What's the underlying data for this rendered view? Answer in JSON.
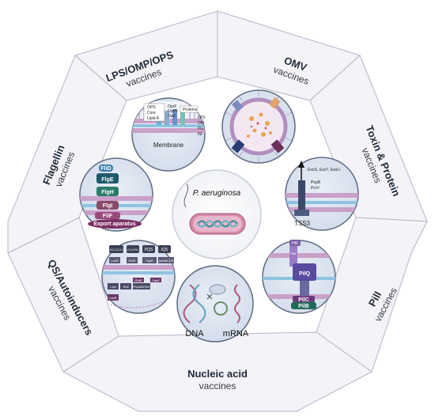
{
  "categories": {
    "lps": {
      "title": "LPS/OMP/OPS",
      "sub": "vaccines"
    },
    "omv": {
      "title": "OMV",
      "sub": "vaccines"
    },
    "toxin": {
      "title": "Toxin & Protein",
      "sub": "vaccines"
    },
    "pili": {
      "title": "PilI",
      "sub": "vaccines"
    },
    "nucleic": {
      "title": "Nucleic acid",
      "sub": "vaccines"
    },
    "qs": {
      "title": "QS/Autoinducers",
      "sub": "vaccines"
    },
    "flagellin": {
      "title": "Flagellin",
      "sub": "vaccines"
    }
  },
  "center": {
    "title": "P. aeruginosa"
  },
  "membrane": {
    "caption": "Membrane",
    "legend": [
      "OPS",
      "Core",
      "Lipid A"
    ],
    "proteins": [
      "OprF",
      "OprH",
      "OprI"
    ],
    "proteins_label": "Proteins",
    "layers": [
      "LPS",
      "OM",
      "PG",
      "IM"
    ]
  },
  "tss3": {
    "caption": "TSS3",
    "effectors": "ExoS, ExoT, ExoU",
    "pop": "PopB",
    "pcr": "PcrV"
  },
  "pili_panel": {
    "parts": [
      "PilE",
      "PilA",
      "PilQ",
      "PilC",
      "PilB"
    ]
  },
  "nucleic_panel": {
    "dna": "DNA",
    "mrna": "mRNA"
  },
  "qs_panel": {
    "signals": [
      "3-OXO-C12-HSL",
      "C4-HSL",
      "PQS",
      "IQS"
    ],
    "regulators": [
      "LasR",
      "RhlR",
      "PqsR",
      "AmbBCDE"
    ],
    "synthases": [
      "LasI",
      "RhlI",
      "PqsABCDH",
      "LasR",
      "RhlR",
      "PqsE"
    ]
  },
  "flagellin_panel": {
    "parts": [
      "FliD",
      "FlgE",
      "FlgH",
      "FlgI",
      "FliF"
    ],
    "caption": "Export aparatus"
  }
}
